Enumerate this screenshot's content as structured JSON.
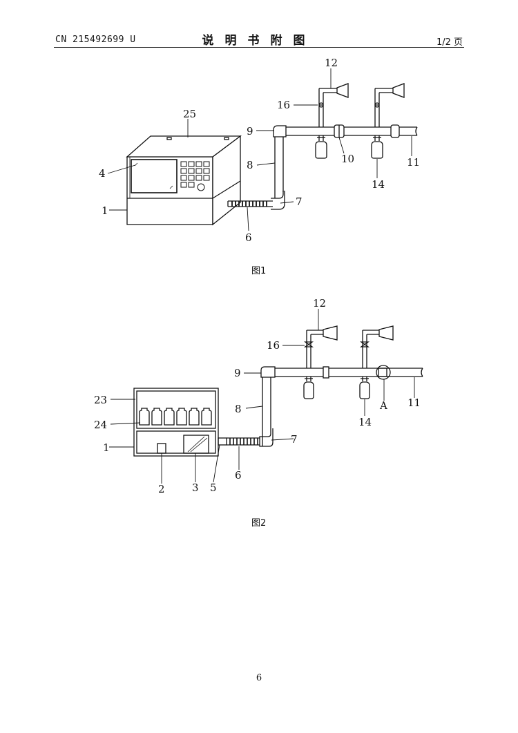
{
  "header": {
    "patent_number": "CN 215492699 U",
    "doc_title": "说明书附图",
    "page_indicator": "1/2 页"
  },
  "figure1": {
    "caption": "图1",
    "labels": {
      "l25": "25",
      "l4": "4",
      "l1": "1",
      "l9": "9",
      "l8": "8",
      "l6": "6",
      "l7": "7",
      "l12": "12",
      "l16": "16",
      "l10": "10",
      "l11": "11",
      "l14": "14"
    }
  },
  "figure2": {
    "caption": "图2",
    "labels": {
      "l12": "12",
      "l16": "16",
      "l9": "9",
      "l8": "8",
      "l23": "23",
      "l24": "24",
      "l1": "1",
      "l7": "7",
      "l6": "6",
      "l2": "2",
      "l3": "3",
      "l5": "5",
      "lA": "A",
      "l11": "11",
      "l14": "14"
    }
  },
  "footer": {
    "page_number": "6"
  }
}
